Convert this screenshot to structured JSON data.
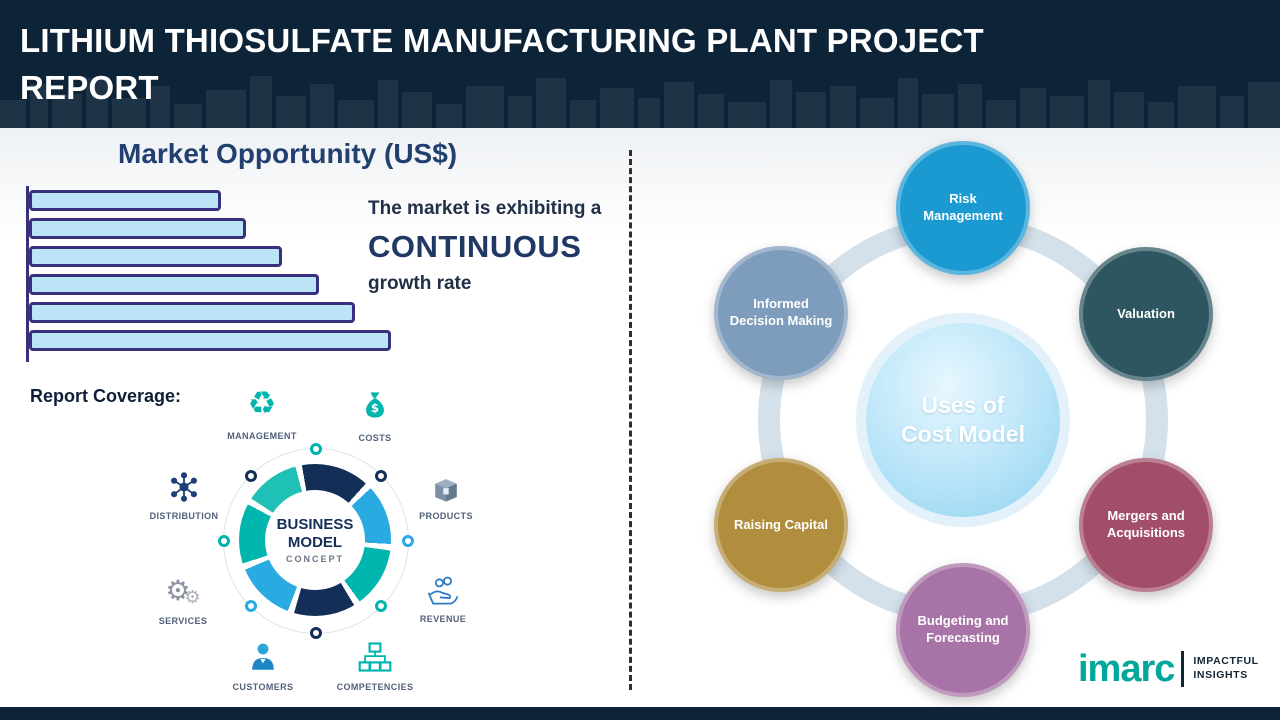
{
  "header": {
    "title": "LITHIUM THIOSULFATE MANUFACTURING PLANT PROJECT REPORT"
  },
  "chart_data": {
    "type": "bar",
    "orientation": "horizontal",
    "title": "Market Opportunity (US$)",
    "values": [
      53,
      60,
      70,
      80,
      90,
      100
    ],
    "value_unit": "relative bar length, percent of longest bar (bars carry no visible labels)",
    "xlabel": "",
    "ylabel": "",
    "grid": false,
    "legend": false,
    "bar_fill": "#bce4f7",
    "bar_border": "#37307d"
  },
  "market": {
    "section_title": "Market Opportunity (US$)",
    "exhibit": {
      "line1": "The market is exhibiting a",
      "highlight": "CONTINUOUS",
      "line3": "growth rate"
    }
  },
  "report_coverage": {
    "label": "Report Coverage:",
    "center_title": "BUSINESS MODEL",
    "center_subtitle": "CONCEPT",
    "items": [
      {
        "label": "MANAGEMENT",
        "icon": "management-cycle-icon"
      },
      {
        "label": "COSTS",
        "icon": "money-bag-icon"
      },
      {
        "label": "DISTRIBUTION",
        "icon": "distribution-network-icon"
      },
      {
        "label": "PRODUCTS",
        "icon": "product-box-icon"
      },
      {
        "label": "SERVICES",
        "icon": "services-gears-icon"
      },
      {
        "label": "REVENUE",
        "icon": "revenue-hand-coins-icon"
      },
      {
        "label": "CUSTOMERS",
        "icon": "customers-person-icon"
      },
      {
        "label": "COMPETENCIES",
        "icon": "competencies-org-chart-icon"
      }
    ]
  },
  "cost_model": {
    "center_line1": "Uses of",
    "center_line2": "Cost Model",
    "nodes": [
      {
        "label": "Risk Management",
        "color": "#1b9ad2"
      },
      {
        "label": "Valuation",
        "color": "#2d5661"
      },
      {
        "label": "Mergers and Acquisitions",
        "color": "#a34e68"
      },
      {
        "label": "Budgeting and Forecasting",
        "color": "#a873a6"
      },
      {
        "label": "Raising Capital",
        "color": "#b18e3e"
      },
      {
        "label": "Informed Decision Making",
        "color": "#7e9cbb"
      }
    ]
  },
  "brand": {
    "logo_text": "imarc",
    "logo_color": "#00a79b",
    "tagline_line1": "IMPACTFUL",
    "tagline_line2": "INSIGHTS"
  }
}
